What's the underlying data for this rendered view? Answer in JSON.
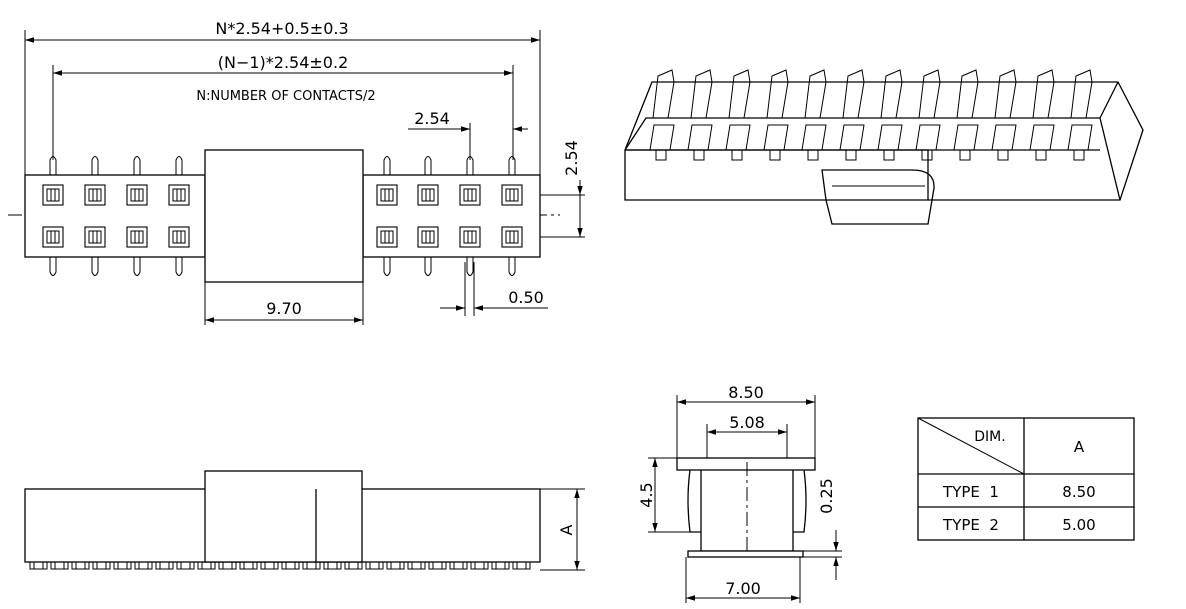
{
  "top_view": {
    "overall_length": "N*2.54+0.5±0.3",
    "pitch_span": "(N−1)*2.54±0.2",
    "note": "N:NUMBER OF CONTACTS/2",
    "pitch": "2.54",
    "row_pitch": "2.54",
    "boss_width": "9.70",
    "pin_width": "0.50"
  },
  "side_view": {
    "height_label": "A"
  },
  "end_view": {
    "top_width": "8.50",
    "inner_width": "5.08",
    "base_width": "7.00",
    "height": "4.5",
    "lead_thickness": "0.25"
  },
  "dim_table": {
    "corner_label": "DIM.",
    "column_header": "A",
    "rows": [
      {
        "type": "TYPE  1",
        "value": "8.50"
      },
      {
        "type": "TYPE  2",
        "value": "5.00"
      }
    ]
  }
}
